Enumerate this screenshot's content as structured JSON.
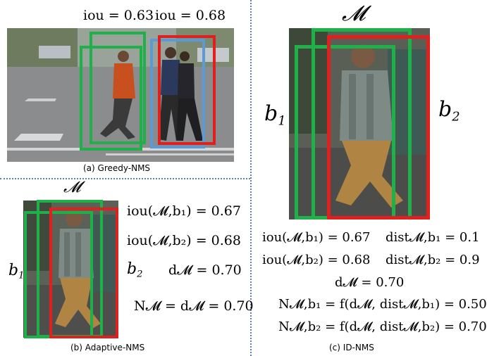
{
  "panel_a": {
    "iou_left": "iou = 0.63",
    "iou_right": "iou = 0.68",
    "caption": "(a) Greedy-NMS"
  },
  "panel_b": {
    "m_label": "𝓜",
    "b1_label": "b",
    "b1_sub": "1",
    "b2_label": "b",
    "b2_sub": "2",
    "eq1": "iou(𝓜,b₁) = 0.67",
    "eq2": "iou(𝓜,b₂) = 0.68",
    "eq3": "d𝓜 = 0.70",
    "eq4": "N𝓜 = d𝓜 = 0.70",
    "caption": "(b) Adaptive-NMS"
  },
  "panel_c": {
    "m_label": "𝓜",
    "b1_label": "b",
    "b1_sub": "1",
    "b2_label": "b",
    "b2_sub": "2",
    "eq1a": "iou(𝓜,b₁) = 0.67",
    "eq1b": "dist𝓜,b₁ = 0.1",
    "eq2a": "iou(𝓜,b₂) = 0.68",
    "eq2b": "dist𝓜,b₂ = 0.9",
    "eq3": "d𝓜 = 0.70",
    "eq4": "N𝓜,b₁ = f(d𝓜, dist𝓜,b₁) = 0.50",
    "eq5": "N𝓜,b₂ = f(d𝓜, dist𝓜,b₂) = 0.70",
    "caption": "(c) ID-NMS"
  },
  "colors": {
    "green": "#1fb04a",
    "red": "#e0201e",
    "blue": "#5b9bd5",
    "divider": "#5b82b8"
  }
}
